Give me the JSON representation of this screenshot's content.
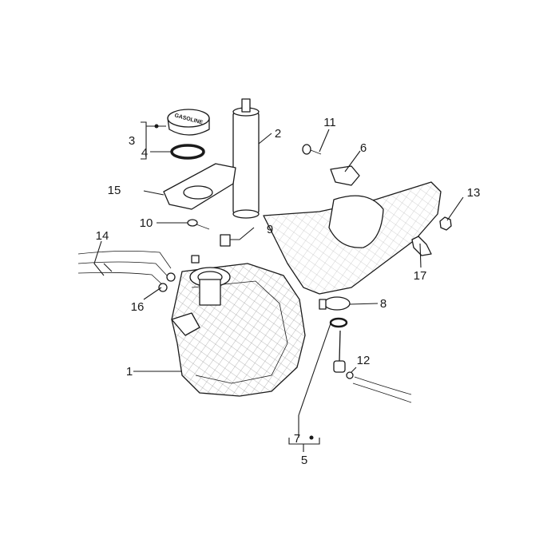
{
  "callouts": {
    "c1": "1",
    "c2": "2",
    "c3": "3",
    "c4": "4",
    "c5": "5",
    "c6": "6",
    "c7": "7",
    "c8": "8",
    "c9": "9",
    "c10": "10",
    "c11": "11",
    "c12": "12",
    "c13": "13",
    "c14": "14",
    "c15": "15",
    "c16": "16",
    "c17": "17"
  },
  "cap_label": "GASOLINE"
}
